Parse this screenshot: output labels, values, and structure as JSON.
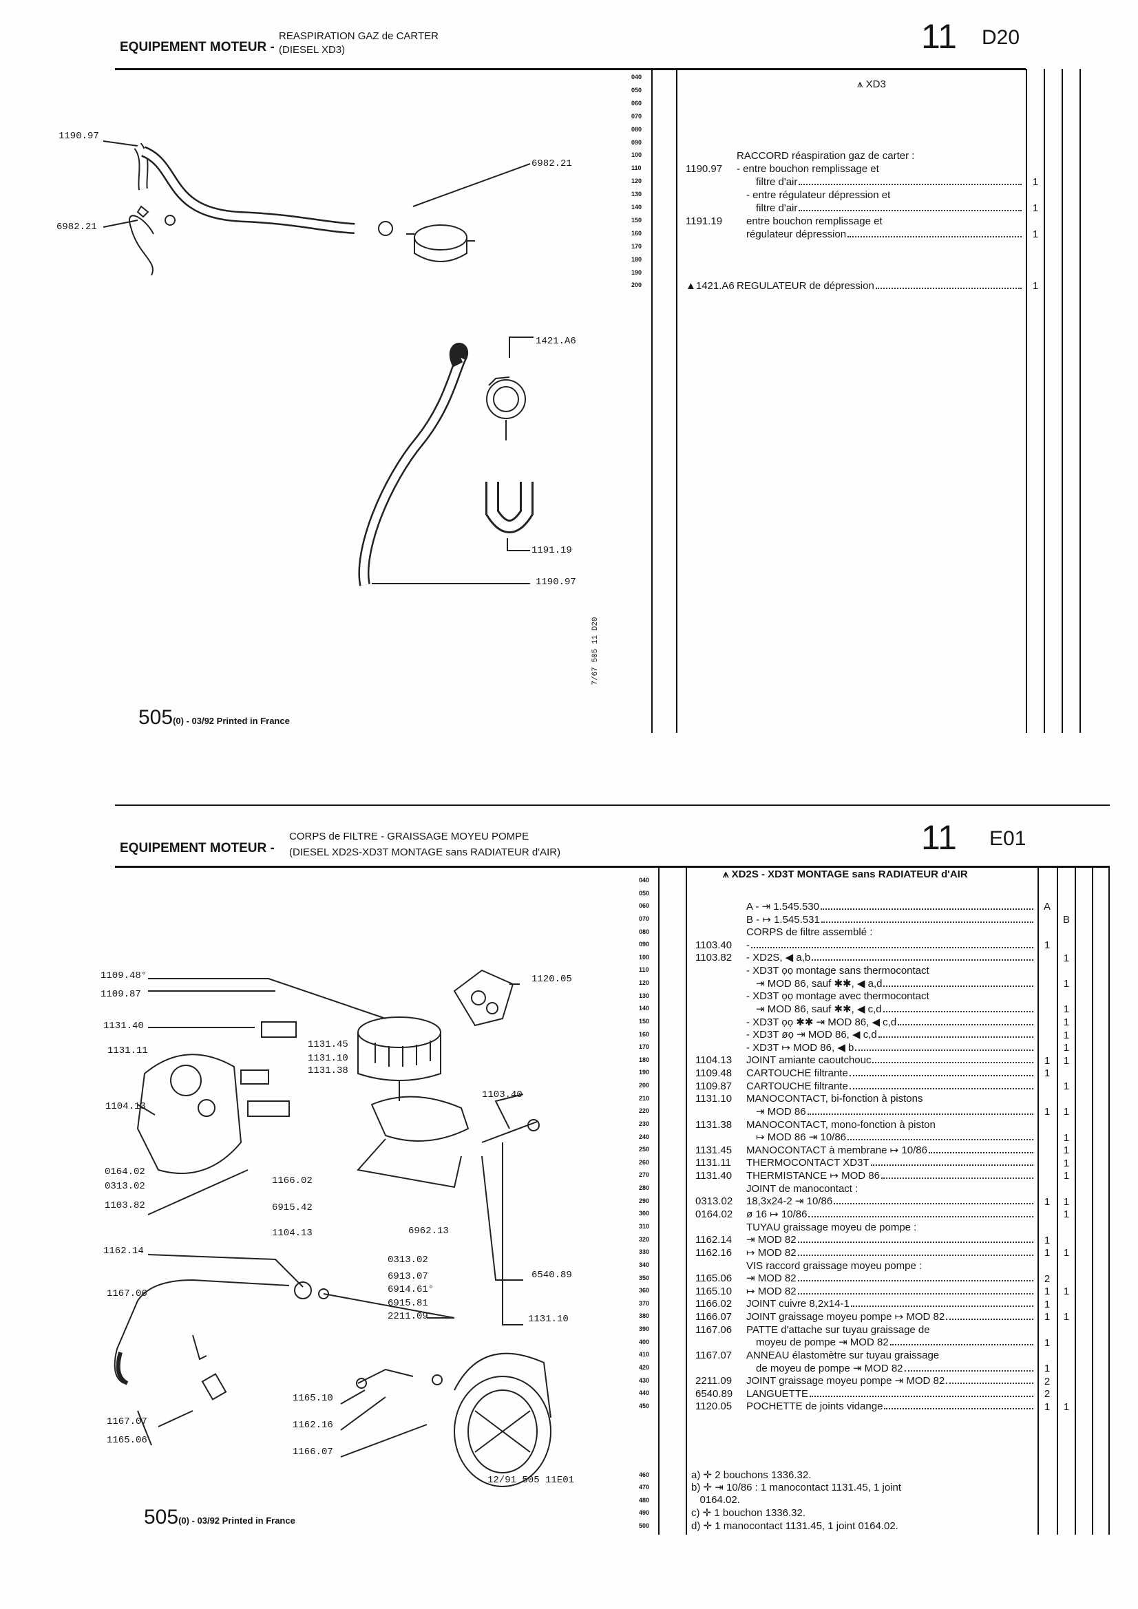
{
  "top": {
    "header": {
      "section": "EQUIPEMENT MOTEUR -",
      "title_line1": "REASPIRATION GAZ de CARTER",
      "title_line2": "(DIESEL XD3)",
      "group": "11",
      "code": "D20"
    },
    "list_title": "XD3",
    "line_numbers": [
      "040",
      "050",
      "060",
      "070",
      "080",
      "090",
      "100",
      "110",
      "120",
      "130",
      "140",
      "150",
      "160",
      "170",
      "180",
      "190",
      "200"
    ],
    "rows": [
      {
        "line": "050",
        "ref": "",
        "text": "",
        "a": "",
        "b": "",
        "indent": 0,
        "dots": false
      },
      {
        "line": "100",
        "ref": "",
        "text": "RACCORD réaspiration gaz de carter :",
        "a": "",
        "b": "",
        "indent": 0,
        "dots": false
      },
      {
        "line": "110",
        "ref": "1190.97",
        "text": "- entre bouchon remplissage et",
        "a": "",
        "b": "",
        "indent": 0,
        "dots": false
      },
      {
        "line": "120",
        "ref": "",
        "text": "filtre d'air",
        "a": "1",
        "b": "",
        "indent": 2,
        "dots": true
      },
      {
        "line": "130",
        "ref": "",
        "text": "- entre régulateur dépression et",
        "a": "",
        "b": "",
        "indent": 1,
        "dots": false
      },
      {
        "line": "140",
        "ref": "",
        "text": "filtre d'air",
        "a": "1",
        "b": "",
        "indent": 2,
        "dots": true
      },
      {
        "line": "150",
        "ref": "1191.19",
        "text": "entre bouchon remplissage et",
        "a": "",
        "b": "",
        "indent": 1,
        "dots": false
      },
      {
        "line": "160",
        "ref": "",
        "text": "régulateur dépression",
        "a": "1",
        "b": "",
        "indent": 1,
        "dots": true
      },
      {
        "line": "200",
        "ref": "▲1421.A6",
        "text": "REGULATEUR de dépression",
        "a": "1",
        "b": "",
        "indent": 0,
        "dots": true
      }
    ],
    "callouts": [
      "1190.97",
      "6982.21",
      "6982.21",
      "1421.A6",
      "1191.19",
      "1190.97"
    ],
    "drawing_ref": "7/67  505  11  D20",
    "footer": {
      "model": "505",
      "text": "(0) - 03/92 Printed in France"
    }
  },
  "bottom": {
    "header": {
      "section": "EQUIPEMENT MOTEUR -",
      "title_line1": "CORPS de FILTRE - GRAISSAGE MOYEU POMPE",
      "title_line2": "(DIESEL XD2S-XD3T MONTAGE sans RADIATEUR d'AIR)",
      "group": "11",
      "code": "E01"
    },
    "list_title": "XD2S - XD3T MONTAGE sans RADIATEUR d'AIR",
    "line_numbers": [
      "040",
      "050",
      "060",
      "070",
      "080",
      "090",
      "100",
      "110",
      "120",
      "130",
      "140",
      "150",
      "160",
      "170",
      "180",
      "190",
      "200",
      "210",
      "220",
      "230",
      "240",
      "250",
      "260",
      "270",
      "280",
      "290",
      "300",
      "310",
      "320",
      "330",
      "340",
      "350",
      "360",
      "370",
      "380",
      "390",
      "400",
      "410",
      "420",
      "430",
      "440",
      "450"
    ],
    "rows": [
      {
        "line": "060",
        "ref": "",
        "text": "A - ⇥ 1.545.530",
        "a": "A",
        "b": "",
        "indent": 0,
        "dots": true
      },
      {
        "line": "070",
        "ref": "",
        "text": "B - ↦ 1.545.531",
        "a": "",
        "b": "B",
        "indent": 0,
        "dots": true
      },
      {
        "line": "080",
        "ref": "",
        "text": "CORPS de filtre assemblé :",
        "a": "",
        "b": "",
        "indent": 0,
        "dots": false
      },
      {
        "line": "090",
        "ref": "1103.40",
        "text": "-",
        "a": "1",
        "b": "",
        "indent": 0,
        "dots": true
      },
      {
        "line": "100",
        "ref": "1103.82",
        "text": "- XD2S, ◀ a,b",
        "a": "",
        "b": "1",
        "indent": 0,
        "dots": true
      },
      {
        "line": "110",
        "ref": "",
        "text": "- XD3T ọọ montage sans thermocontact",
        "a": "",
        "b": "",
        "indent": 0,
        "dots": false
      },
      {
        "line": "120",
        "ref": "",
        "text": "⇥ MOD 86, sauf ✱✱, ◀ a,d",
        "a": "",
        "b": "1",
        "indent": 1,
        "dots": true
      },
      {
        "line": "130",
        "ref": "",
        "text": "- XD3T ọọ montage avec thermocontact",
        "a": "",
        "b": "",
        "indent": 0,
        "dots": false
      },
      {
        "line": "140",
        "ref": "",
        "text": "⇥ MOD 86, sauf ✱✱, ◀ c,d",
        "a": "",
        "b": "1",
        "indent": 1,
        "dots": true
      },
      {
        "line": "150",
        "ref": "",
        "text": "- XD3T ọọ ✱✱ ⇥ MOD 86, ◀ c,d",
        "a": "",
        "b": "1",
        "indent": 0,
        "dots": true
      },
      {
        "line": "160",
        "ref": "",
        "text": "- XD3T øọ ⇥ MOD 86, ◀ c,d",
        "a": "",
        "b": "1",
        "indent": 0,
        "dots": true
      },
      {
        "line": "170",
        "ref": "",
        "text": "- XD3T ↦ MOD 86, ◀ b",
        "a": "",
        "b": "1",
        "indent": 0,
        "dots": true
      },
      {
        "line": "180",
        "ref": "1104.13",
        "text": "JOINT amiante caoutchouc",
        "a": "1",
        "b": "1",
        "indent": 0,
        "dots": true
      },
      {
        "line": "190",
        "ref": "1109.48",
        "text": "CARTOUCHE filtrante",
        "a": "1",
        "b": "",
        "indent": 0,
        "dots": true
      },
      {
        "line": "200",
        "ref": "1109.87",
        "text": "CARTOUCHE filtrante",
        "a": "",
        "b": "1",
        "indent": 0,
        "dots": true
      },
      {
        "line": "210",
        "ref": "1131.10",
        "text": "MANOCONTACT, bi-fonction à pistons",
        "a": "",
        "b": "",
        "indent": 0,
        "dots": false
      },
      {
        "line": "220",
        "ref": "",
        "text": "⇥ MOD 86",
        "a": "1",
        "b": "1",
        "indent": 1,
        "dots": true
      },
      {
        "line": "230",
        "ref": "1131.38",
        "text": "MANOCONTACT, mono-fonction à piston",
        "a": "",
        "b": "",
        "indent": 0,
        "dots": false
      },
      {
        "line": "240",
        "ref": "",
        "text": "↦ MOD 86 ⇥ 10/86",
        "a": "",
        "b": "1",
        "indent": 1,
        "dots": true
      },
      {
        "line": "250",
        "ref": "1131.45",
        "text": "MANOCONTACT à membrane ↦ 10/86",
        "a": "",
        "b": "1",
        "indent": 0,
        "dots": true
      },
      {
        "line": "260",
        "ref": "1131.11",
        "text": "THERMOCONTACT XD3T",
        "a": "",
        "b": "1",
        "indent": 0,
        "dots": true
      },
      {
        "line": "270",
        "ref": "1131.40",
        "text": "THERMISTANCE ↦ MOD 86",
        "a": "",
        "b": "1",
        "indent": 0,
        "dots": true
      },
      {
        "line": "280",
        "ref": "",
        "text": "JOINT de manocontact :",
        "a": "",
        "b": "",
        "indent": 0,
        "dots": false
      },
      {
        "line": "290",
        "ref": "0313.02",
        "text": "18,3x24-2 ⇥ 10/86",
        "a": "1",
        "b": "1",
        "indent": 0,
        "dots": true
      },
      {
        "line": "300",
        "ref": "0164.02",
        "text": "ø 16 ↦ 10/86",
        "a": "",
        "b": "1",
        "indent": 0,
        "dots": true
      },
      {
        "line": "310",
        "ref": "",
        "text": "TUYAU graissage moyeu de pompe :",
        "a": "",
        "b": "",
        "indent": 0,
        "dots": false
      },
      {
        "line": "320",
        "ref": "1162.14",
        "text": "⇥ MOD 82",
        "a": "1",
        "b": "",
        "indent": 0,
        "dots": true
      },
      {
        "line": "330",
        "ref": "1162.16",
        "text": "↦ MOD 82",
        "a": "1",
        "b": "1",
        "indent": 0,
        "dots": true
      },
      {
        "line": "340",
        "ref": "",
        "text": "VIS raccord graissage moyeu pompe :",
        "a": "",
        "b": "",
        "indent": 0,
        "dots": false
      },
      {
        "line": "350",
        "ref": "1165.06",
        "text": "⇥ MOD 82",
        "a": "2",
        "b": "",
        "indent": 0,
        "dots": true
      },
      {
        "line": "360",
        "ref": "1165.10",
        "text": "↦ MOD 82",
        "a": "1",
        "b": "1",
        "indent": 0,
        "dots": true
      },
      {
        "line": "370",
        "ref": "1166.02",
        "text": "JOINT cuivre 8,2x14-1",
        "a": "1",
        "b": "",
        "indent": 0,
        "dots": true
      },
      {
        "line": "380",
        "ref": "1166.07",
        "text": "JOINT graissage moyeu pompe ↦ MOD 82",
        "a": "1",
        "b": "1",
        "indent": 0,
        "dots": true
      },
      {
        "line": "390",
        "ref": "1167.06",
        "text": "PATTE d'attache sur tuyau graissage de",
        "a": "",
        "b": "",
        "indent": 0,
        "dots": false
      },
      {
        "line": "400",
        "ref": "",
        "text": "moyeu de pompe ⇥ MOD 82",
        "a": "1",
        "b": "",
        "indent": 1,
        "dots": true
      },
      {
        "line": "410",
        "ref": "1167.07",
        "text": "ANNEAU élastomètre sur tuyau graissage",
        "a": "",
        "b": "",
        "indent": 0,
        "dots": false
      },
      {
        "line": "420",
        "ref": "",
        "text": "de moyeu de pompe ⇥ MOD 82",
        "a": "1",
        "b": "",
        "indent": 1,
        "dots": true
      },
      {
        "line": "430",
        "ref": "2211.09",
        "text": "JOINT graissage moyeu pompe ⇥ MOD 82",
        "a": "2",
        "b": "",
        "indent": 0,
        "dots": true
      },
      {
        "line": "440",
        "ref": "6540.89",
        "text": "LANGUETTE",
        "a": "2",
        "b": "",
        "indent": 0,
        "dots": true
      },
      {
        "line": "450",
        "ref": "1120.05",
        "text": "POCHETTE de joints vidange",
        "a": "1",
        "b": "1",
        "indent": 0,
        "dots": true
      }
    ],
    "note_line_numbers": [
      "460",
      "470",
      "480",
      "490",
      "500"
    ],
    "notes": [
      "a) ✛ 2 bouchons 1336.32.",
      "b) ✛ ⇥ 10/86 : 1 manocontact 1131.45, 1 joint",
      "   0164.02.",
      "c) ✛ 1 bouchon 1336.32.",
      "d) ✛ 1 manocontact 1131.45, 1 joint 0164.02."
    ],
    "callouts": [
      "1109.48°",
      "1109.87",
      "1120.05",
      "1131.40",
      "1131.11",
      "1131.45",
      "1131.10",
      "1131.38",
      "1104.13",
      "1103.40",
      "0164.02",
      "0313.02",
      "1103.82",
      "1166.02",
      "6915.42",
      "1104.13",
      "6962.13",
      "1162.14",
      "0313.02",
      "6913.07",
      "6914.61°",
      "6915.81",
      "2211.09",
      "6540.89",
      "1167.06",
      "1131.10",
      "1165.10",
      "1167.07",
      "1162.16",
      "1165.06",
      "1166.07"
    ],
    "drawing_ref": "12/91  505  11E01",
    "footer": {
      "model": "505",
      "text": "(0) - 03/92 Printed in France"
    }
  }
}
